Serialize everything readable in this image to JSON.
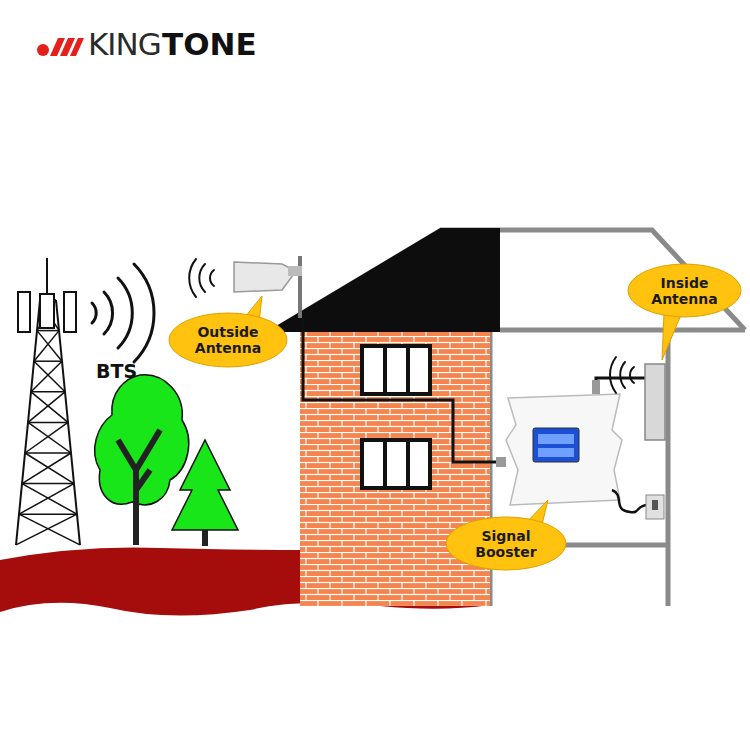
{
  "diagram": {
    "nodes": [
      {
        "text": [
          "Outside Antenna"
        ]
      },
      {
        "text": [
          "Inside Antenna"
        ]
      },
      {
        "text": [
          "Signal Booster"
        ]
      }
    ],
    "labels": [
      "KING",
      "TONE",
      "BTS"
    ]
  }
}
